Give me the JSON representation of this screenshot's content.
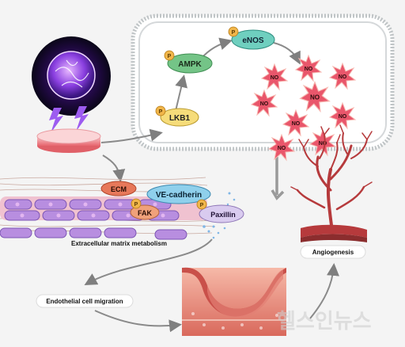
{
  "nodes": {
    "lkb1": "LKB1",
    "ampk": "AMPK",
    "enos": "eNOS",
    "ecm": "ECM",
    "ve_cadherin": "VE-cadherin",
    "fak": "FAK",
    "paxillin": "Paxillin",
    "phospho": "P",
    "no": "NO"
  },
  "labels": {
    "ecm_metabolism": "Extracellular matrix metabolism",
    "angiogenesis": "Angiogenesis",
    "migration": "Endothelial cell migration"
  },
  "watermark": "헬스인뉴스",
  "colors": {
    "lkb1_fill": "#f6dc7a",
    "ampk_fill": "#74c487",
    "enos_fill": "#6fcfbf",
    "ecm_fill": "#e7785a",
    "ve_cadherin_fill": "#8fd0ec",
    "fak_fill": "#f0a17a",
    "paxillin_fill": "#d9cbef",
    "phospho_fill": "#f1b64a",
    "no_fill": "#e9566b",
    "cell_purple": "#b88ee0",
    "vessel_red": "#b63a3c"
  }
}
